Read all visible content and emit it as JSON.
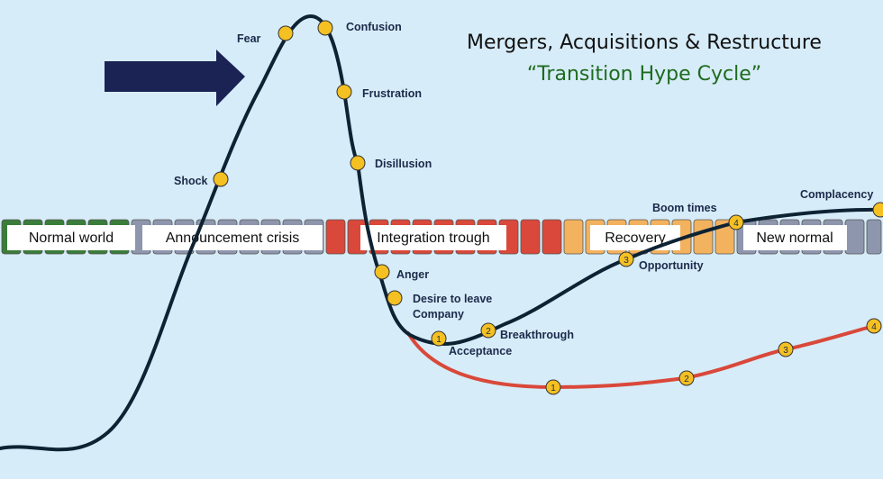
{
  "title": {
    "line1": "Mergers, Acquisitions & Restructure",
    "line2": "“Transition Hype Cycle”"
  },
  "phases": [
    {
      "label": "Normal world",
      "color": "#3a7d3a"
    },
    {
      "label": "Announcement crisis",
      "color": "#8e96ad"
    },
    {
      "label": "Integration trough",
      "color": "#d9483a"
    },
    {
      "label": "Recovery",
      "color": "#f3b25e"
    },
    {
      "label": "New normal",
      "color": "#8e96ad"
    }
  ],
  "emotions": [
    "Shock",
    "Fear",
    "Confusion",
    "Frustration",
    "Disillusion",
    "Anger",
    "Desire to leave",
    "Company"
  ],
  "milestones_upper": [
    {
      "num": "1",
      "label": "Acceptance"
    },
    {
      "num": "2",
      "label": "Breakthrough"
    },
    {
      "num": "3",
      "label": "Opportunity"
    },
    {
      "num": "4",
      "label": "Boom times"
    },
    {
      "num": "",
      "label": "Complacency"
    }
  ],
  "milestones_lower": [
    "1",
    "2",
    "3",
    "4"
  ],
  "colors": {
    "main_curve": "#0d2233",
    "alt_curve": "#d9483a",
    "marker": "#f5c022",
    "arrow": "#1b2355",
    "background": "#d6ecf8"
  }
}
